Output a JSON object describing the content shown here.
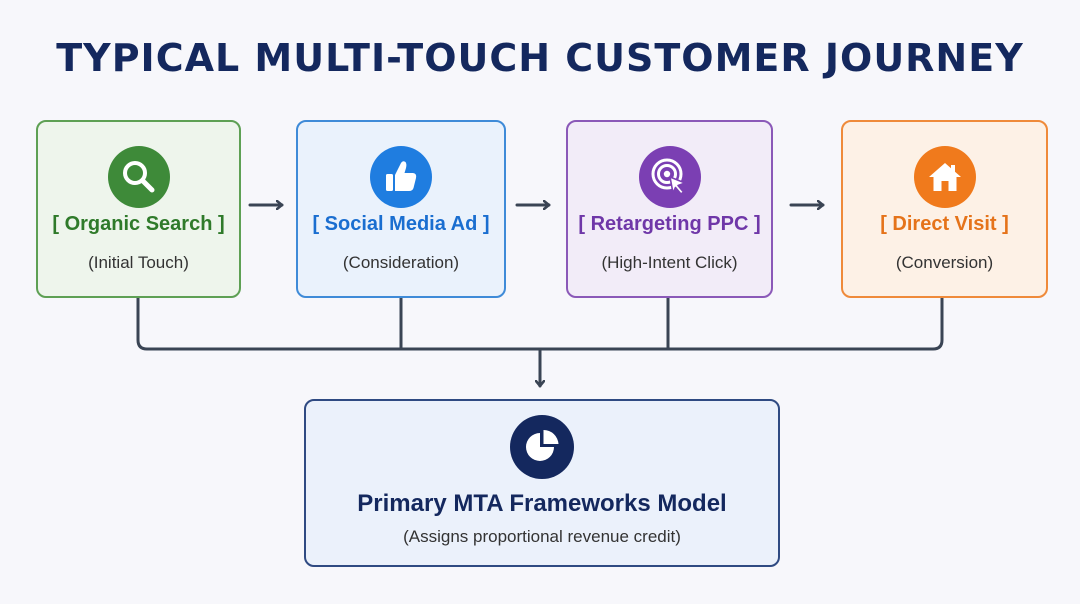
{
  "title": "TYPICAL MULTI-TOUCH CUSTOMER JOURNEY",
  "touchpoints": [
    {
      "label": "[ Organic Search ]",
      "subtitle": "(Initial Touch)",
      "icon": "search-icon",
      "color": "#3e8a39"
    },
    {
      "label": "[ Social Media Ad ]",
      "subtitle": "(Consideration)",
      "icon": "thumbs-up-icon",
      "color": "#1f7de0"
    },
    {
      "label": "[ Retargeting PPC ]",
      "subtitle": "(High-Intent Click)",
      "icon": "target-cursor-icon",
      "color": "#7b3fb3"
    },
    {
      "label": "[ Direct Visit ]",
      "subtitle": "(Conversion)",
      "icon": "home-icon",
      "color": "#f07a1c"
    }
  ],
  "model": {
    "label": "Primary MTA Frameworks Model",
    "subtitle": "(Assigns proportional revenue credit)",
    "icon": "pie-chart-icon",
    "color": "#14285e"
  }
}
